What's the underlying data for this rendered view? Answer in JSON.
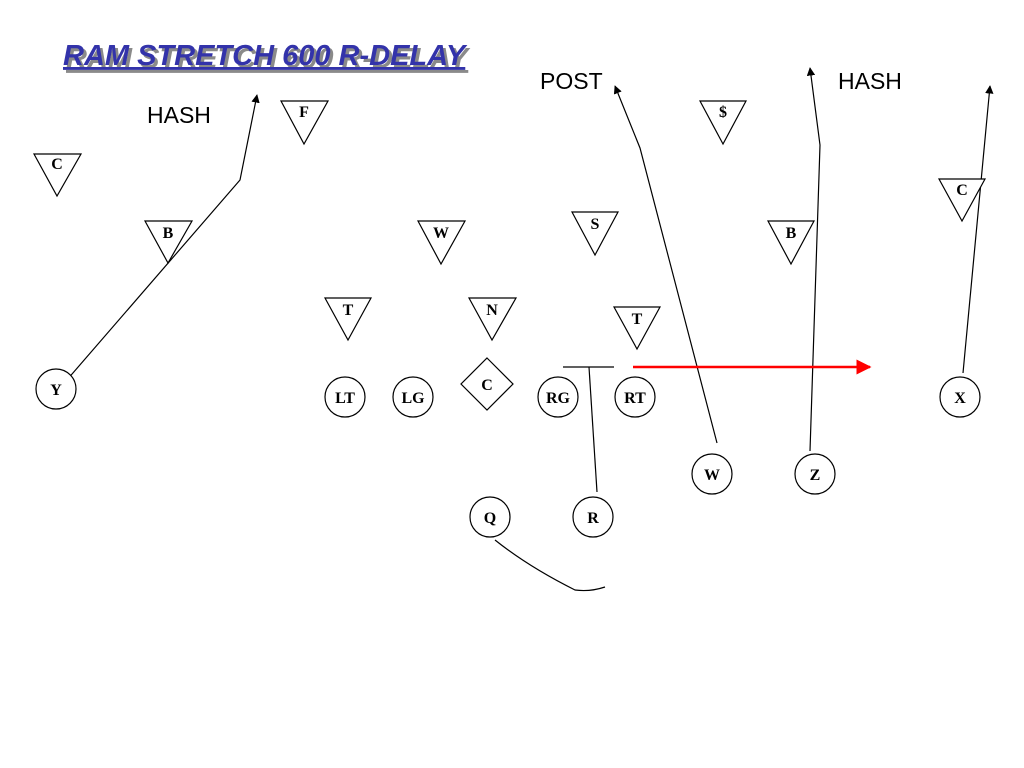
{
  "title": "RAM STRETCH 600 R-DELAY",
  "colors": {
    "ink": "#000000",
    "title_fill": "#3333aa",
    "title_shadow": "#8a8a8a",
    "motion": "#ff0000"
  },
  "labels": {
    "hash_left": "HASH",
    "post": "POST",
    "hash_right": "HASH"
  },
  "defense": {
    "corner_left": "C",
    "free_safety": "F",
    "money_safety": "$",
    "corner_right": "C",
    "backer_left": "B",
    "will": "W",
    "strong_safety": "S",
    "backer_right": "B",
    "tackle_left": "T",
    "nose": "N",
    "tackle_right": "T"
  },
  "offense": {
    "y": "Y",
    "lt": "LT",
    "lg": "LG",
    "center": "C",
    "rg": "RG",
    "rt": "RT",
    "x": "X",
    "w": "W",
    "z": "Z",
    "q": "Q",
    "r": "R"
  }
}
